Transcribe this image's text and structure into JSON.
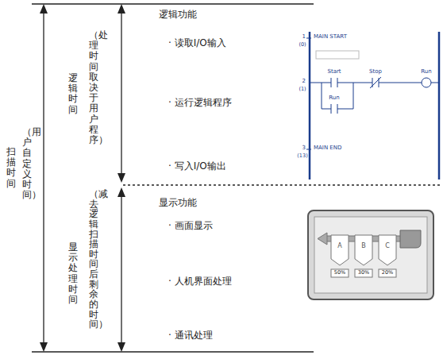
{
  "diagram": {
    "labels": [
      "扫描时间",
      "（用户自定义时间）",
      "逻辑时间",
      "（处理时间取决于用户程序）",
      "显示处理时间",
      "（减去逻辑扫描时间后剩余的时间）",
      "逻辑功能",
      "· 读取I/O输入",
      "· 运行逻辑程序",
      "· 写入I/O输出",
      "显示功能",
      "· 画面显示",
      "· 人机界面处理",
      "· 通讯处理",
      "1",
      "(0)",
      "MAIN START",
      "2",
      "(1)",
      "Start",
      "Stop",
      "Run",
      "Run",
      "3",
      "(13)",
      "MAIN END",
      "A",
      "B",
      "C",
      "50%",
      "30%",
      "20%"
    ]
  }
}
